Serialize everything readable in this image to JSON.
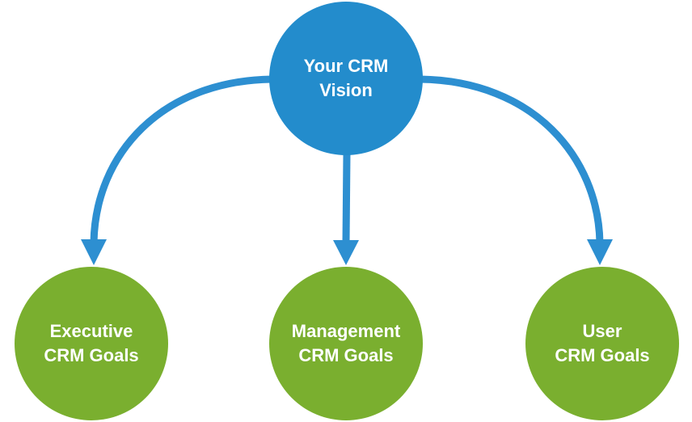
{
  "colors": {
    "vision": "#238ccc",
    "goal": "#7aaf2f",
    "arrow": "#2d8fd1",
    "text": "#ffffff"
  },
  "vision": {
    "line1": "Your CRM",
    "line2": "Vision"
  },
  "goals": [
    {
      "line1": "Executive",
      "line2": "CRM Goals"
    },
    {
      "line1": "Management",
      "line2": "CRM Goals"
    },
    {
      "line1": "User",
      "line2": "CRM Goals"
    }
  ]
}
